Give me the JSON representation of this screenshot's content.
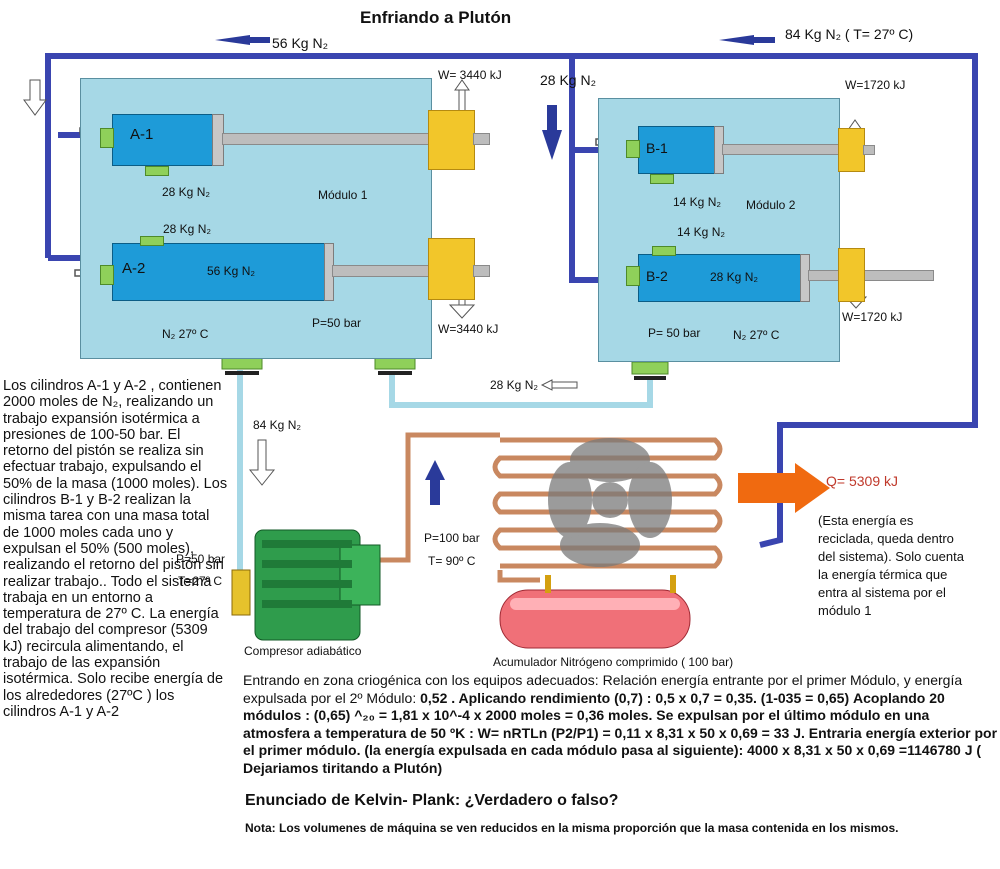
{
  "title": "Enfriando a Plutón",
  "labels": {
    "top_flow": "56 Kg N₂",
    "top_right_flow": "84 Kg N₂ ( T= 27º C)",
    "mid_flow": "28 Kg N₂",
    "w_a1": "W= 3440 kJ",
    "w_a2": "W=3440 kJ",
    "w_b1": "W=1720 kJ",
    "w_b2": "W=1720 kJ",
    "a1": "A-1",
    "a2": "A-2",
    "b1": "B-1",
    "b2": "B-2",
    "a1_out": "28 Kg N₂",
    "a2_in": "28 Kg N₂",
    "a2_mass": "56 Kg N₂",
    "module1": "Módulo 1",
    "module2": "Módulo 2",
    "b1_out": "14 Kg N₂",
    "b2_in": "14 Kg N₂",
    "b2_mass": "28 Kg N₂",
    "p_m1": "P=50 bar",
    "n2_m1": "N₂  27º C",
    "p_m2": "P= 50 bar",
    "n2_m2": "N₂  27º C",
    "return_flow": "28 Kg N₂",
    "down_flow": "84 Kg N₂",
    "comp_in_p": "P=50 bar",
    "comp_in_t": "T=27º C",
    "comp_out_p": "P=100 bar",
    "comp_out_t": "T= 90º C",
    "compressor": "Compresor adiabático",
    "accumulator": "Acumulador Nitrógeno comprimido ( 100 bar)",
    "q": "Q= 5309 kJ",
    "recycle_note": "(Esta energía es reciclada, queda dentro del sistema). Solo cuenta la energía térmica que entra al sistema por el módulo 1"
  },
  "left_paragraph": "Los cilindros A-1 y A-2 , contienen 2000 moles de N₂, realizando un trabajo expansión isotérmica a presiones de 100-50 bar. El retorno del pistón se realiza sin efectuar trabajo, expulsando el 50% de la masa (1000 moles). Los cilindros B-1 y B-2 realizan la misma tarea con una masa total de 1000 moles cada uno y expulsan el 50% (500 moles), realizando el retorno del pistón sin realizar trabajo.. Todo el sistema trabaja en un entorno a temperatura de 27º C. La energía del trabajo del compresor (5309 kJ) recircula alimentando, el trabajo de las expansión isotérmica. Solo recibe energía de los alrededores (27ºC ) los cilindros A-1 y A-2",
  "bottom": {
    "line1": "Entrando en zona criogénica con los equipos adecuados: Relación energía entrante por el primer Módulo, y energía expulsada por el 2º Módulo: ",
    "line1_bold": "0,52 . Aplicando rendimiento (0,7) : 0,5 x 0,7 = 0,35.  (1-035 = 0,65)",
    "bold_block": "Acoplando 20 módulos : (0,65) ^₂₀ = 1,81 x 10^-4  x 2000 moles = 0,36 moles. Se expulsan por el último módulo en una atmosfera a temperatura de 50 ºK :  W= nRTLn (P2/P1) = 0,11 x 8,31 x 50 x 0,69 = 33 J. Entraria energía exterior por el primer módulo. (la energía expulsada en cada módulo pasa al siguiente): 4000 x 8,31 x 50 x 0,69 =1146780 J ( Dejariamos tiritando a Plutón)",
    "kelvin": "Enunciado de Kelvin- Plank: ¿Verdadero o falso?",
    "nota": "Nota: Los volumenes de máquina se ven reducidos en la misma proporción que la masa contenida en los mismos."
  },
  "colors": {
    "pipe": "#3a45b0",
    "module_bg": "#a6d8e6",
    "cylinder": "#1e9bd8",
    "heat_arrow": "#f06a10",
    "q_text": "#c0392b"
  }
}
